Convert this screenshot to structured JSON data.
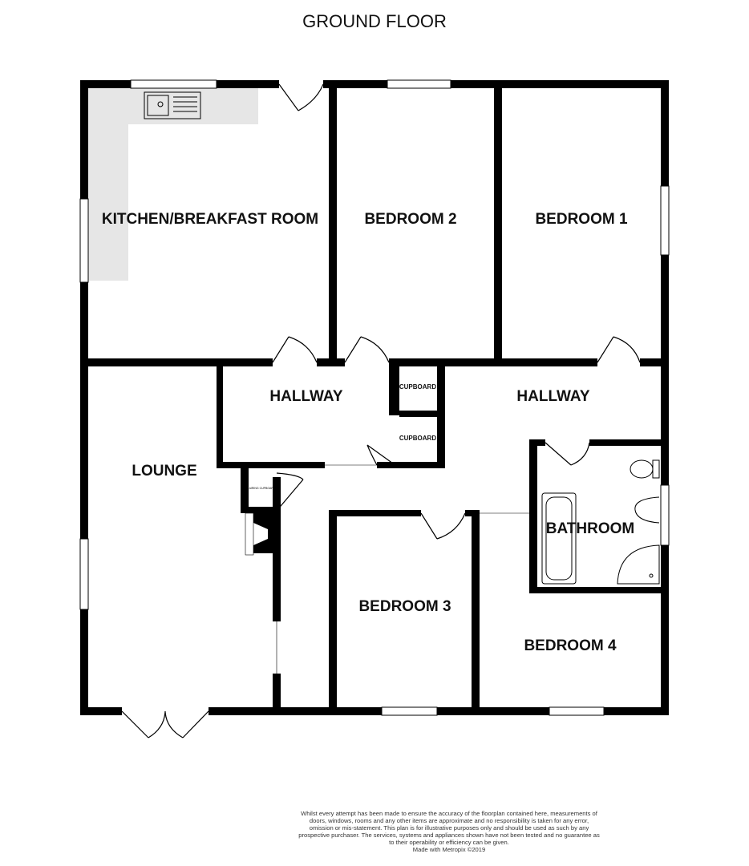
{
  "title": "GROUND FLOOR",
  "rooms": {
    "kitchen": "KITCHEN/BREAKFAST ROOM",
    "bedroom2": "BEDROOM 2",
    "bedroom1": "BEDROOM 1",
    "hallway_left": "HALLWAY",
    "hallway_right": "HALLWAY",
    "cupboard_top": "CUPBOARD",
    "cupboard_bottom": "CUPBOARD",
    "lounge": "LOUNGE",
    "airing": "AIRING CUPBOARD",
    "bathroom": "BATHROOM",
    "bedroom3": "BEDROOM 3",
    "bedroom4": "BEDROOM 4"
  },
  "disclaimer": "Whilst every attempt has been made to ensure the accuracy of the floorplan contained here, measurements of doors, windows, rooms and any other items are approximate and no responsibility is taken for any error, omission or mis-statement. This plan is for illustrative purposes only and should be used as such by any prospective purchaser. The services, systems and appliances shown have not been tested and no guarantee as to their operability or efficiency can be given.",
  "credit": "Made with Metropix ©2019",
  "colors": {
    "wall": "#000000",
    "counter": "#e6e6e6"
  }
}
